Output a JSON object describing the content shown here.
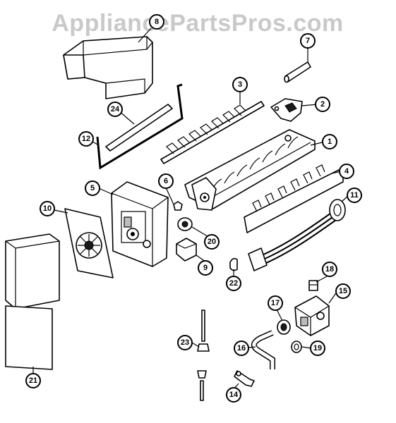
{
  "watermark": "AppliancePartsPros.com",
  "callouts": [
    "1",
    "2",
    "3",
    "4",
    "5",
    "6",
    "7",
    "8",
    "9",
    "10",
    "11",
    "12",
    "14",
    "15",
    "16",
    "17",
    "18",
    "19",
    "20",
    "21",
    "22",
    "23",
    "24"
  ]
}
